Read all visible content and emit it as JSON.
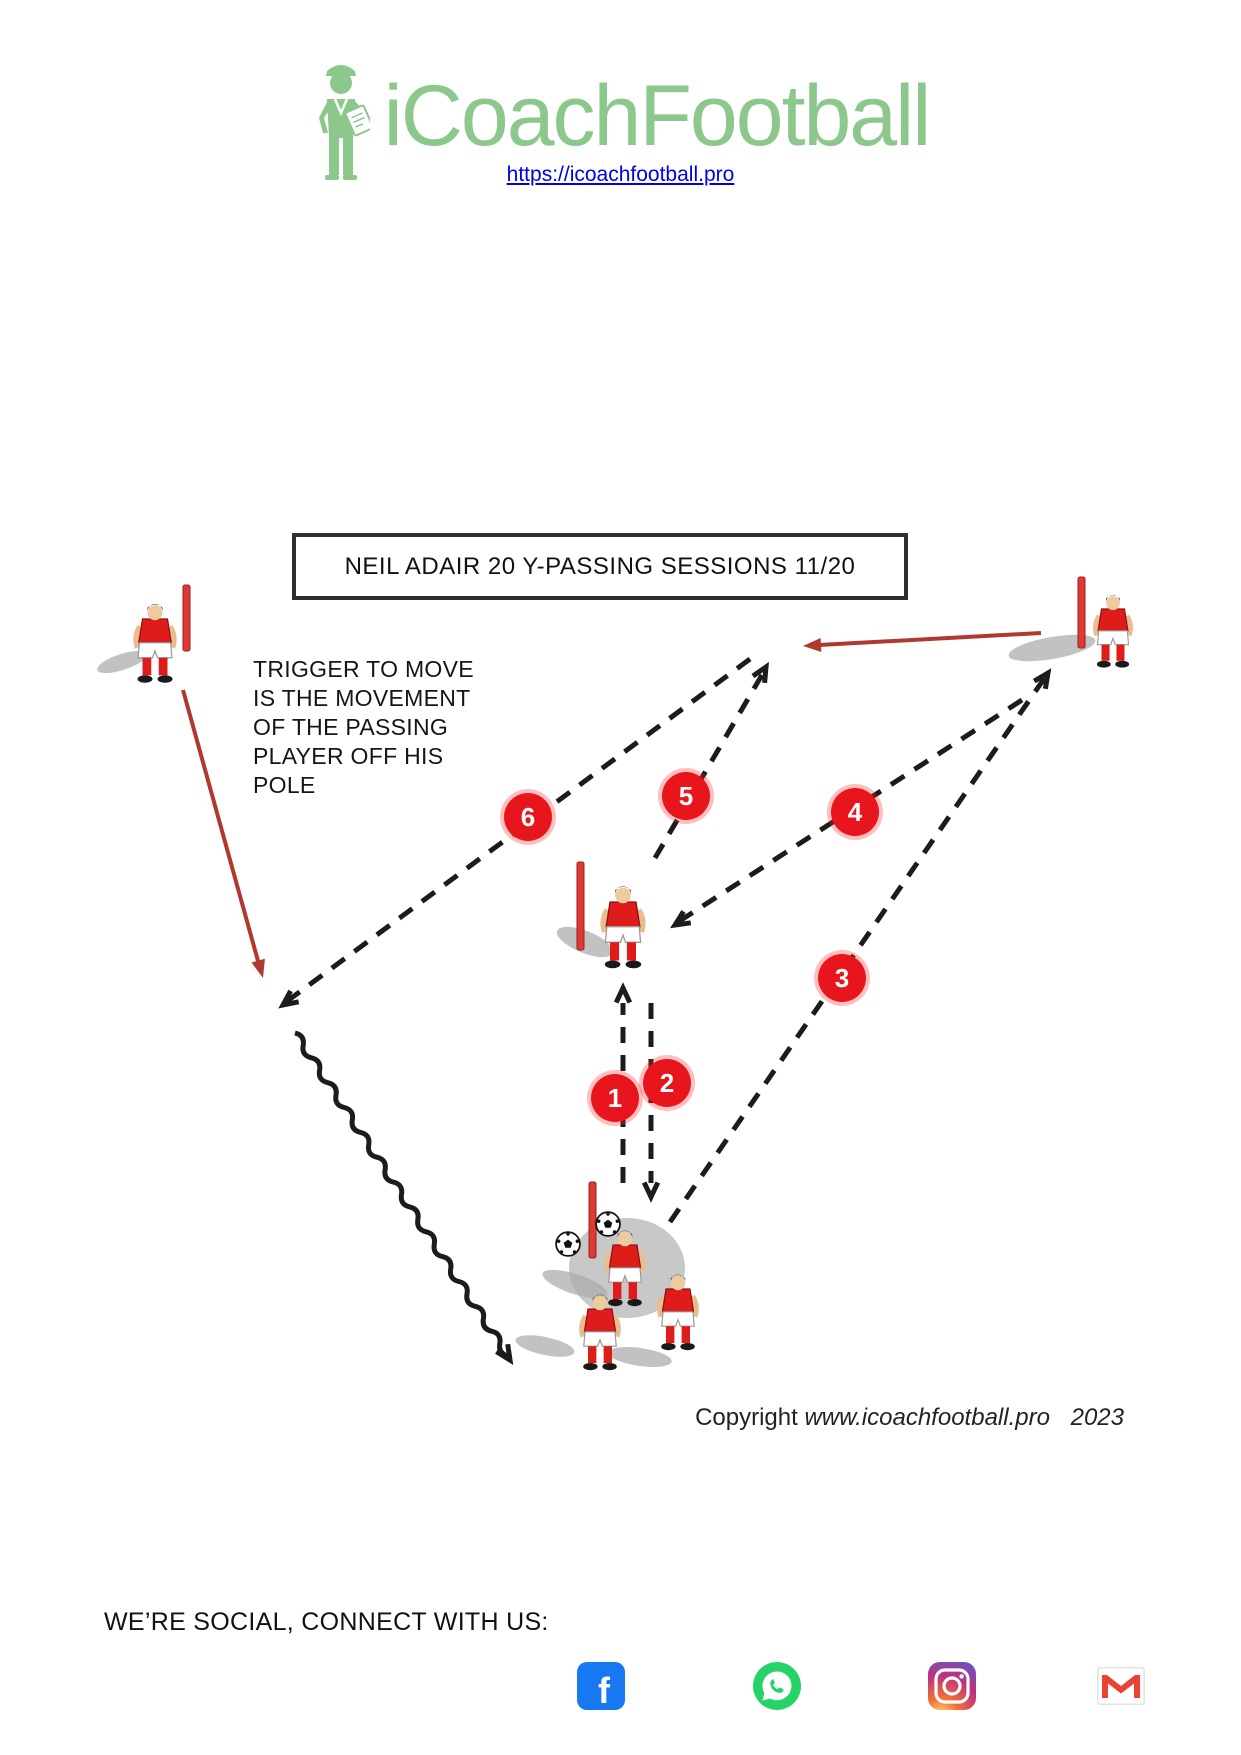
{
  "header": {
    "logo_text": "iCoachFootball",
    "url": "https://icoachfootball.pro"
  },
  "session_title": "NEIL ADAIR 20 Y-PASSING SESSIONS 11/20",
  "note_lines": [
    "TRIGGER TO MOVE",
    "IS THE MOVEMENT",
    "OF THE PASSING",
    "PLAYER OFF HIS",
    "POLE"
  ],
  "diagram": {
    "markers": [
      {
        "label": "1"
      },
      {
        "label": "2"
      },
      {
        "label": "3"
      },
      {
        "label": "4"
      },
      {
        "label": "5"
      },
      {
        "label": "6"
      }
    ],
    "colors": {
      "marker_red": "#E8161C",
      "pole_red": "#DC3A34",
      "arrow_red": "#B0392F",
      "dash_black": "#1C1C1C",
      "logo_green": "#8CC78C",
      "link_blue": "#0000EE"
    }
  },
  "copyright": {
    "prefix": "Copyright",
    "site": "www.icoachfootball.pro",
    "year": "2023"
  },
  "footer": {
    "heading": "WE’RE SOCIAL, CONNECT WITH US:",
    "icons": [
      {
        "name": "facebook-icon"
      },
      {
        "name": "whatsapp-icon"
      },
      {
        "name": "instagram-icon"
      },
      {
        "name": "gmail-icon"
      }
    ]
  }
}
